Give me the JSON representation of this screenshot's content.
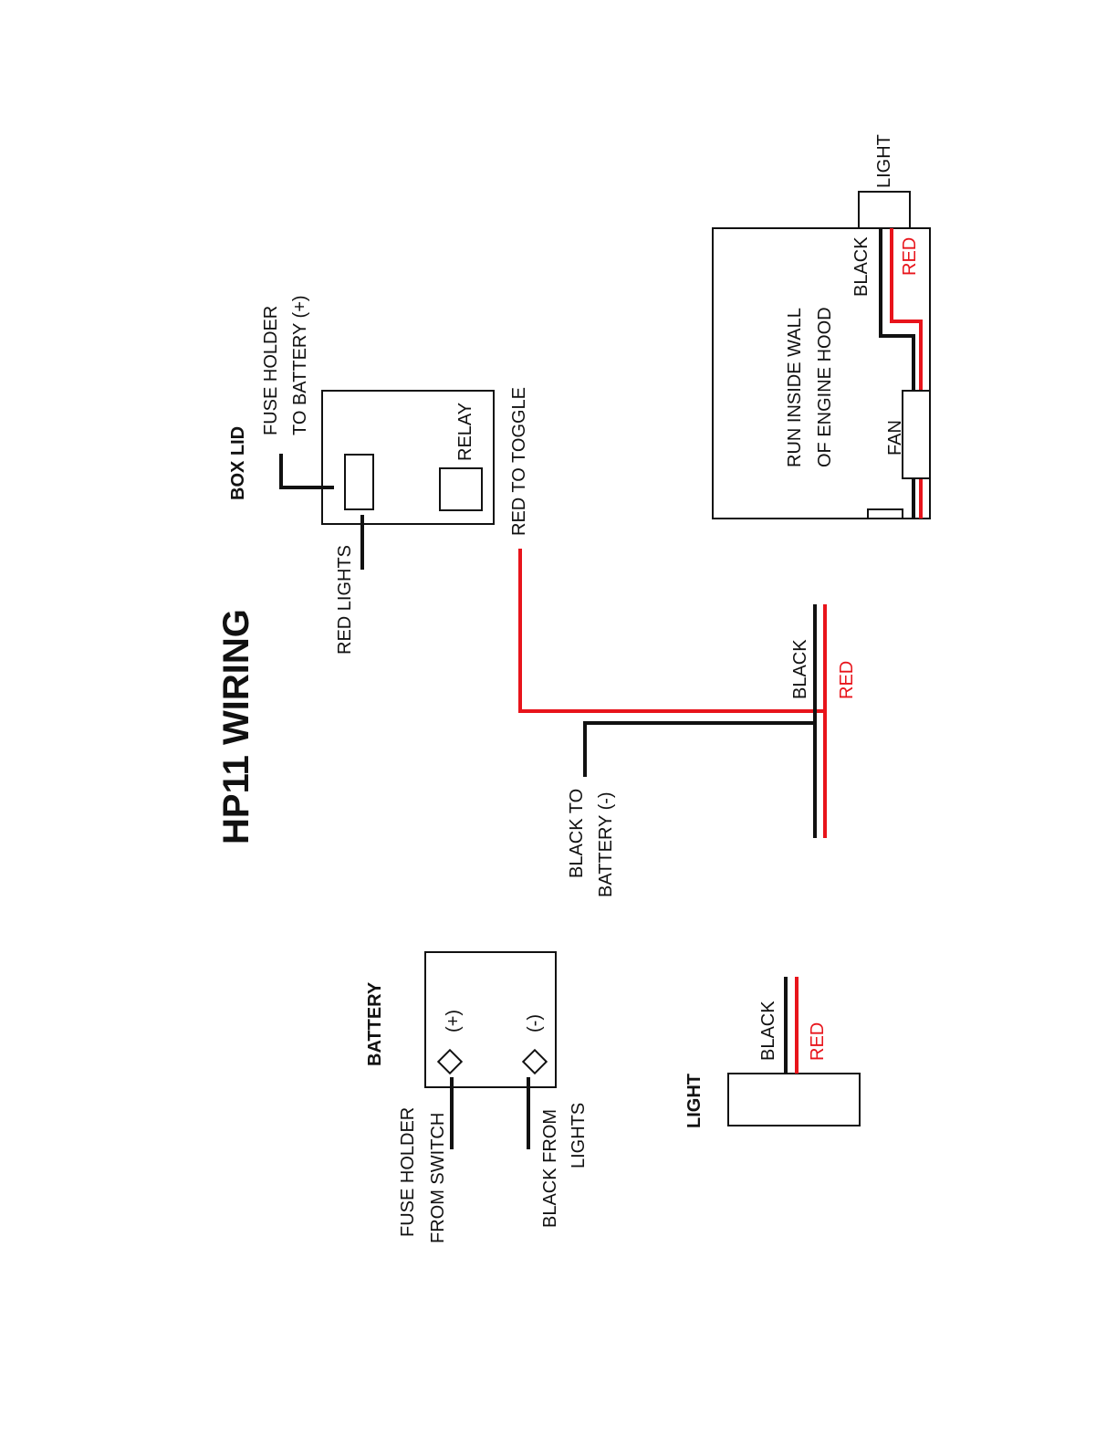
{
  "colors": {
    "black_wire": "#111111",
    "red_wire": "#e8141b",
    "text": "#111111"
  },
  "title": "HP11 WIRING",
  "box_lid": {
    "heading": "BOX LID",
    "fuse_holder_line1": "FUSE HOLDER",
    "fuse_holder_line2": "TO BATTERY (+)",
    "relay": "RELAY",
    "red_to_toggle": "RED TO TOGGLE",
    "red_lights": "RED LIGHTS"
  },
  "junction": {
    "black_to_battery_line1": "BLACK TO",
    "black_to_battery_line2": "BATTERY (-)",
    "black": "BLACK",
    "red": "RED"
  },
  "hood": {
    "line1": "RUN INSIDE WALL",
    "line2": "OF ENGINE HOOD",
    "fan": "FAN",
    "black": "BLACK",
    "red": "RED",
    "light": "LIGHT"
  },
  "battery": {
    "heading": "BATTERY",
    "plus": "(+)",
    "minus": "(-)",
    "fuse_from_switch_line1": "FUSE HOLDER",
    "fuse_from_switch_line2": "FROM SWITCH",
    "black_from_lights_line1": "BLACK FROM",
    "black_from_lights_line2": "LIGHTS"
  },
  "light": {
    "heading": "LIGHT",
    "black": "BLACK",
    "red": "RED"
  }
}
